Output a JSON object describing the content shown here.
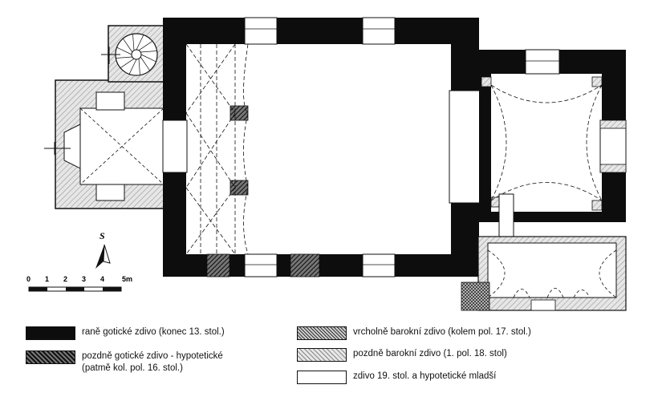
{
  "north_label": "S",
  "scale": {
    "ticks": [
      "0",
      "1",
      "2",
      "3",
      "4",
      "5m"
    ]
  },
  "legend": [
    {
      "text": "raně gotické zdivo (konec 13. stol.)",
      "pattern": "solid-black"
    },
    {
      "text": "pozdně gotické zdivo - hypotetické\n(patmě kol. pol. 16. stol.)",
      "pattern": "dense-hatch"
    },
    {
      "text": "vrcholně barokní zdivo (kolem pol. 17. stol.)",
      "pattern": "cross-hatch"
    },
    {
      "text": "pozdně barokní zdivo (1. pol. 18. stol)",
      "pattern": "light-hatch"
    },
    {
      "text": "zdivo 19. stol. a hypotetické mladší",
      "pattern": "white"
    }
  ],
  "colors": {
    "ink": "#111111",
    "early_gothic": "#0d0d0d",
    "late_gothic": "#3c3c3c",
    "high_baroque": "#8a8a8a",
    "late_baroque": "#c4c4c4",
    "modern": "#ffffff"
  }
}
